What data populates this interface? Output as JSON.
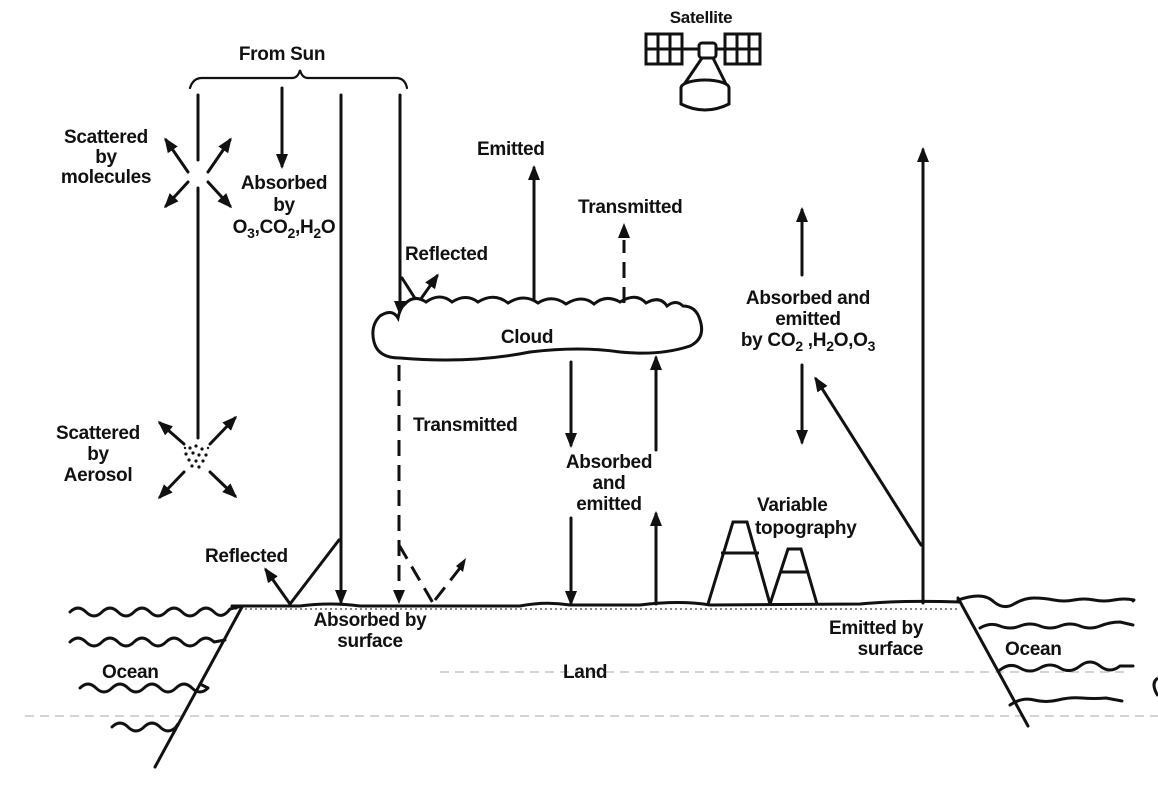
{
  "figure": {
    "title": "Radiative processes in the Earth-atmosphere system",
    "colors": {
      "ink": "#111111",
      "paper": "#ffffff",
      "faint": "#bbbbbb"
    }
  },
  "labels": {
    "from_sun": "From Sun",
    "satellite": "Satellite",
    "scattered_molecules": [
      "Scattered",
      "by",
      "molecules"
    ],
    "absorbed_gases": {
      "line1": "Absorbed",
      "line2": "by",
      "o": "O",
      "o_sub": "3",
      "co": ",CO",
      "co_sub": "2",
      "h": ",H",
      "h_sub": "2",
      "tail": "O"
    },
    "emitted_top": "Emitted",
    "transmitted_top": "Transmitted",
    "reflected_cloud": "Reflected",
    "cloud": "Cloud",
    "absorbed_emitted_atm": {
      "line1": "Absorbed and",
      "line2": "emitted",
      "by": "by CO",
      "by_sub": "2",
      "h": " ,H",
      "h_sub": "2",
      "o": "O,O",
      "o_sub": "3"
    },
    "scattered_aerosol": [
      "Scattered",
      "by",
      "Aerosol"
    ],
    "transmitted_cloud": "Transmitted",
    "absorbed_emitted_cloud": [
      "Absorbed",
      "and",
      "emitted"
    ],
    "variable_topography": [
      "Variable",
      "topography"
    ],
    "reflected_surface": "Reflected",
    "absorbed_surface": [
      "Absorbed by",
      "surface"
    ],
    "land": "Land",
    "ocean_left": "Ocean",
    "ocean_right": "Ocean",
    "emitted_surface": [
      "Emitted by",
      "surface"
    ]
  }
}
